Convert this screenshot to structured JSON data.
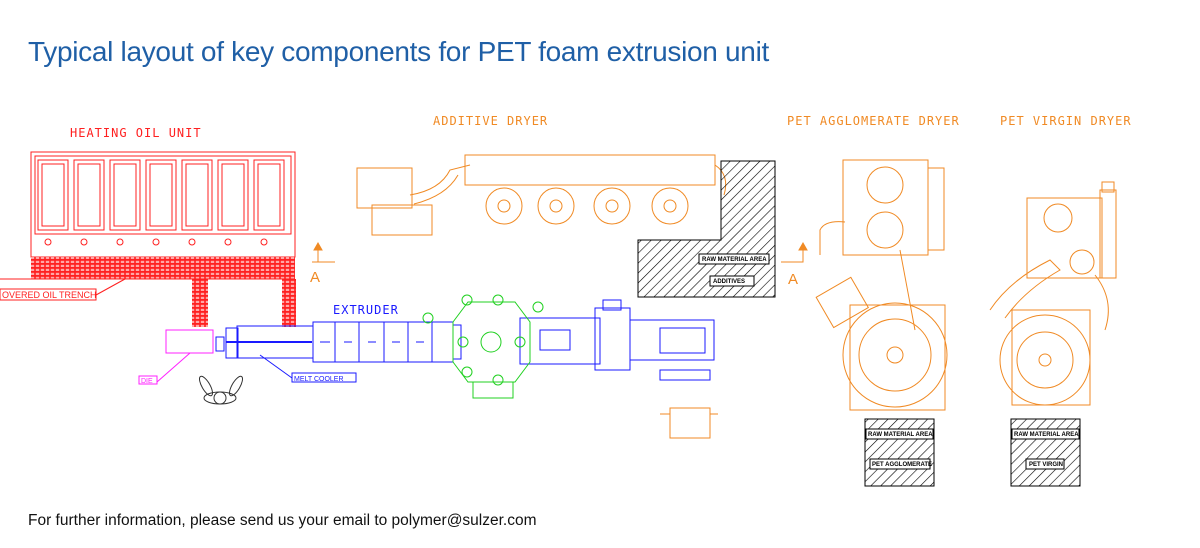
{
  "title": "Typical layout of key components for PET foam extrusion unit",
  "footer": "For further information, please send us your email to polymer@sulzer.com",
  "labels": {
    "heating_oil_unit": "HEATING OIL UNIT",
    "additive_dryer": "ADDITIVE DRYER",
    "pet_agglomerate_dryer": "PET AGGLOMERATE DRYER",
    "pet_virgin_dryer": "PET VIRGIN DRYER",
    "covered_oil_trench": "OVERED OIL TRENCH",
    "extruder": "EXTRUDER",
    "melt_cooler": "MELT COOLER",
    "die": "DIE",
    "section_a": "A",
    "raw_material_area": "RAW MATERIAL AREA",
    "additives": "ADDITIVES",
    "pet_agglomerate": "PET AGGLOMERATE",
    "pet_virgin": "PET VIRGIN"
  },
  "colors": {
    "title": "#1f5fa6",
    "heating": "#ff2020",
    "dryer": "#f08a24",
    "extruder": "#1a1aff",
    "die": "#ff20ff",
    "gear_pump": "#20d020"
  }
}
